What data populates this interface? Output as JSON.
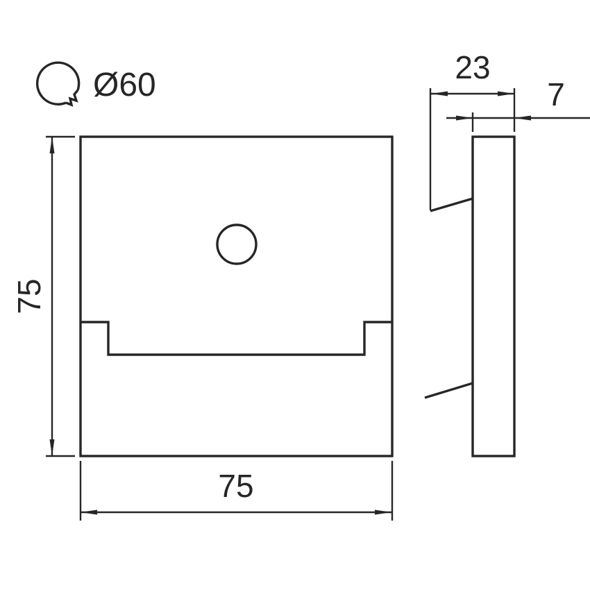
{
  "drawing": {
    "drill_note": {
      "label": "Ø60"
    },
    "front_view": {
      "height_dim": "75",
      "width_dim": "75"
    },
    "side_view": {
      "depth_dim": "23",
      "thickness_dim": "7"
    },
    "colors": {
      "line": "#262626",
      "background": "#ffffff"
    }
  }
}
